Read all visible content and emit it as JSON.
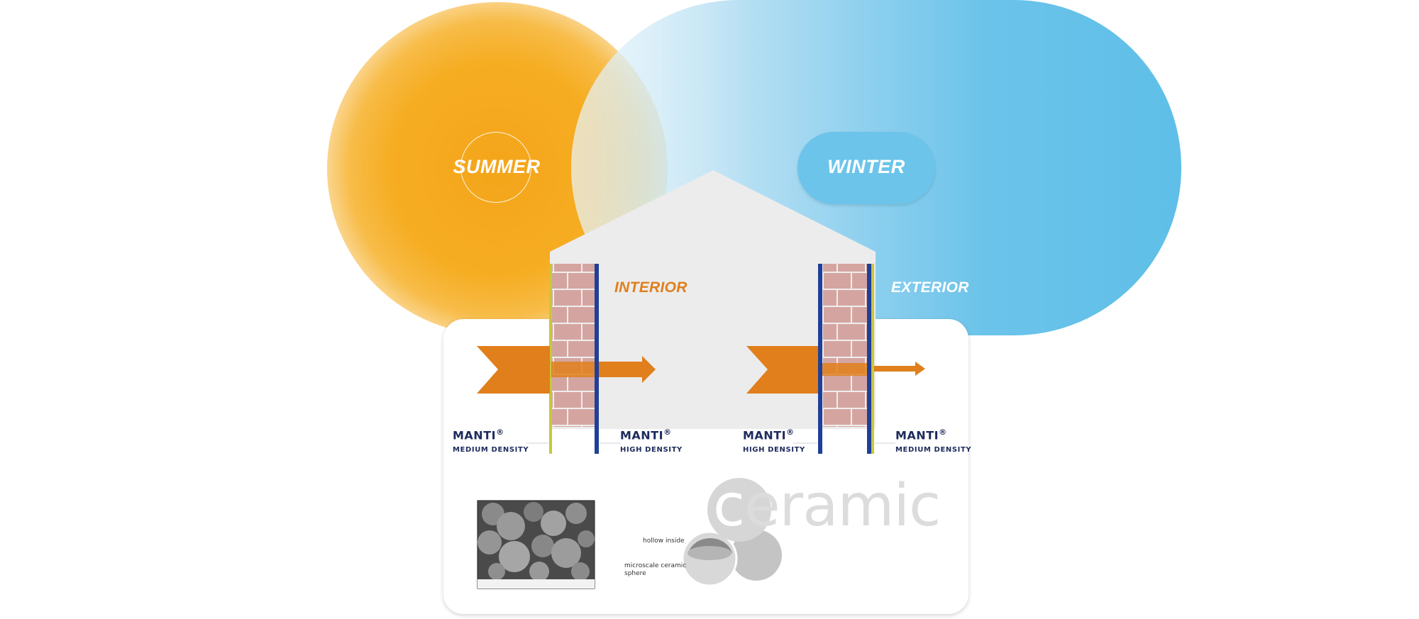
{
  "seasons": {
    "summer": "SUMMER",
    "winter": "WINTER"
  },
  "rooms": {
    "interior": "INTERIOR",
    "exterior": "EXTERIOR"
  },
  "products": [
    {
      "brand": "MANTI",
      "mark": "®",
      "density": "MEDIUM DENSITY"
    },
    {
      "brand": "MANTI",
      "mark": "®",
      "density": "HIGH DENSITY"
    },
    {
      "brand": "MANTI",
      "mark": "®",
      "density": "HIGH DENSITY"
    },
    {
      "brand": "MANTI",
      "mark": "®",
      "density": "MEDIUM DENSITY"
    }
  ],
  "ceramic": {
    "word": "ceramic",
    "hollow_label": "hollow inside",
    "sphere_label": "microscale ceramic sphere"
  },
  "colors": {
    "summer": "#f4a51a",
    "winter": "#5fbfe8",
    "arrow": "#e07f1c",
    "interior_text": "#e07f1c",
    "wall_frame": "#1f3f98",
    "brick": "#d4a5a0",
    "coating_medium": "#c8c83a"
  },
  "icons": {
    "heat-flow": "arrow-right",
    "wall": "brick-wall",
    "sphere": "ceramic-sphere"
  }
}
